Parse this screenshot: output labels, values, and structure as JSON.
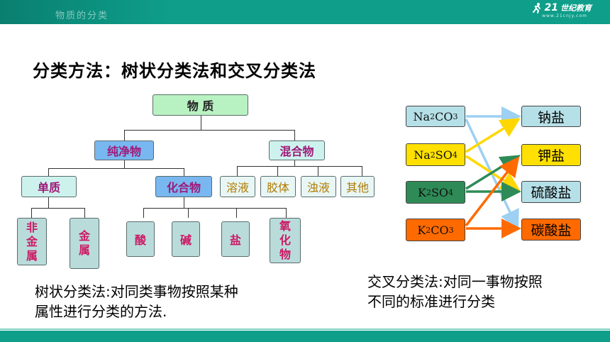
{
  "header": {
    "faded_title": "物质的分类",
    "brand_mark": "21",
    "brand_name": "世纪教育",
    "brand_sub": "www.21cnjy.com"
  },
  "heading": "分类方法：树状分类法和交叉分类法",
  "tree": {
    "root": "物    质",
    "level1": [
      "纯净物",
      "混合物"
    ],
    "pure": [
      "单质",
      "化合物"
    ],
    "mixture": [
      "溶液",
      "胶体",
      "浊液",
      "其他"
    ],
    "element": [
      "非金属",
      "金属"
    ],
    "compound": [
      "酸",
      "碱",
      "盐",
      "氧化物"
    ]
  },
  "tree_desc": [
    "树状分类法:对同类事物按照某种",
    "属性进行分类的方法."
  ],
  "cross": {
    "compounds": [
      {
        "pre": "Na",
        "sub1": "2",
        "mid": "CO",
        "sub2": "3",
        "color": "#b6e0e8"
      },
      {
        "pre": "Na",
        "sub1": "2",
        "mid": "SO",
        "sub2": "4",
        "color": "#ffe000"
      },
      {
        "pre": "K",
        "sub1": "2",
        "mid": "SO",
        "sub2": "4",
        "color": "#2e8b57"
      },
      {
        "pre": "K",
        "sub1": "2",
        "mid": "CO",
        "sub2": "3",
        "color": "#ff6a00"
      }
    ],
    "categories": [
      {
        "label": "钠盐",
        "color": "#b6e0e8"
      },
      {
        "label": "钾盐",
        "color": "#ffe000"
      },
      {
        "label": "硫酸盐",
        "color": "#b6e0e8"
      },
      {
        "label": "碳酸盐",
        "color": "#ff6a00"
      }
    ],
    "arrow_colors": {
      "na2co3": "#9dd0f2",
      "na2so4": "#ffd700",
      "k2so4": "#2e8b57",
      "k2co3": "#ff6a00"
    }
  },
  "cross_desc": [
    "交叉分类法:对同一事物按照",
    "不同的标准进行分类"
  ],
  "icons": {
    "brand": "runner-logo-icon"
  }
}
